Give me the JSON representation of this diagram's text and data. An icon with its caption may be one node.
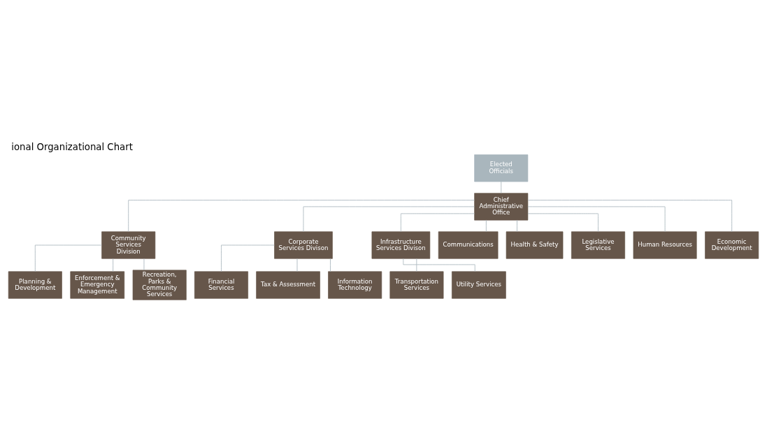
{
  "diagram": {
    "title": "ional Organizational Chart",
    "nodes": [
      {
        "text": [
          "Elected Officials"
        ]
      },
      {
        "text": [
          "Chief Administrative Office"
        ]
      },
      {
        "text": [
          "Community Services Division"
        ]
      },
      {
        "text": [
          "Corporate Services Divison"
        ]
      },
      {
        "text": [
          "Infrastructure Services Divison"
        ]
      },
      {
        "text": [
          "Communications"
        ]
      },
      {
        "text": [
          "Health & Safety"
        ]
      },
      {
        "text": [
          "Planning & Development"
        ]
      },
      {
        "text": [
          "Enforcement & Emergency Management"
        ]
      },
      {
        "text": [
          "Recreation, Parks & Community Services"
        ]
      },
      {
        "text": [
          "Financial Services"
        ]
      },
      {
        "text": [
          "Tax & Assessment"
        ]
      },
      {
        "text": [
          "Information Technology"
        ]
      },
      {
        "text": [
          "Transportation Services"
        ]
      },
      {
        "text": [
          "Utility Services"
        ]
      },
      {
        "text": [
          "Legislative Services"
        ]
      },
      {
        "text": [
          "Human Resources"
        ]
      },
      {
        "text": [
          "Economic Development"
        ]
      }
    ],
    "edges": [
      {
        "from": 0,
        "to": 1,
        "arrow": "none"
      },
      {
        "from": 1,
        "to": 2,
        "arrow": "none"
      },
      {
        "from": 1,
        "to": 3,
        "arrow": "none"
      },
      {
        "from": 1,
        "to": 4,
        "arrow": "none"
      },
      {
        "from": 1,
        "to": 5,
        "arrow": "none"
      },
      {
        "from": 1,
        "to": 6,
        "arrow": "none"
      },
      {
        "from": 2,
        "to": 7,
        "arrow": "none"
      },
      {
        "from": 2,
        "to": 8,
        "arrow": "none"
      },
      {
        "from": 2,
        "to": 9,
        "arrow": "none"
      },
      {
        "from": 3,
        "to": 10,
        "arrow": "none"
      },
      {
        "from": 3,
        "to": 11,
        "arrow": "none"
      },
      {
        "from": 3,
        "to": 12,
        "arrow": "none"
      },
      {
        "from": 4,
        "to": 13,
        "arrow": "none"
      },
      {
        "from": 4,
        "to": 14,
        "arrow": "none"
      },
      {
        "from": 1,
        "to": 15,
        "arrow": "none"
      },
      {
        "from": 1,
        "to": 16,
        "arrow": "none"
      },
      {
        "from": 1,
        "to": 17,
        "arrow": "none"
      }
    ]
  }
}
